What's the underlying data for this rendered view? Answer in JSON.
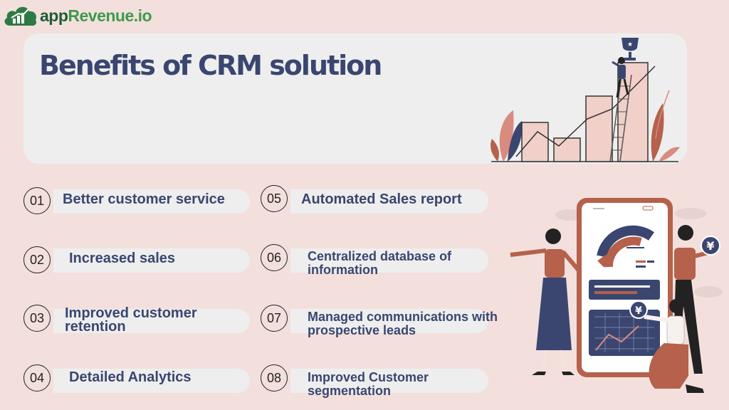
{
  "brand": {
    "name_part1": "app",
    "name_part2": "Revenue.io"
  },
  "title": "Benefits of CRM solution",
  "benefits": [
    {
      "num": "01",
      "label": "Better customer service"
    },
    {
      "num": "02",
      "label": "Increased sales"
    },
    {
      "num": "03",
      "label": "Improved customer retention"
    },
    {
      "num": "04",
      "label": "Detailed Analytics"
    },
    {
      "num": "05",
      "label": "Automated Sales report"
    },
    {
      "num": "06",
      "label": "Centralized database of information"
    },
    {
      "num": "07",
      "label": "Managed communications with prospective leads"
    },
    {
      "num": "08",
      "label": "Improved Customer segmentation"
    }
  ],
  "illustration": {
    "currency_symbol": "¥"
  },
  "colors": {
    "navy": "#3a4670",
    "rust": "#b5614b",
    "background": "#f3e0dc",
    "card": "#eeeeee",
    "brand_dark": "#1f5c36",
    "brand_light": "#3d9a4d"
  }
}
